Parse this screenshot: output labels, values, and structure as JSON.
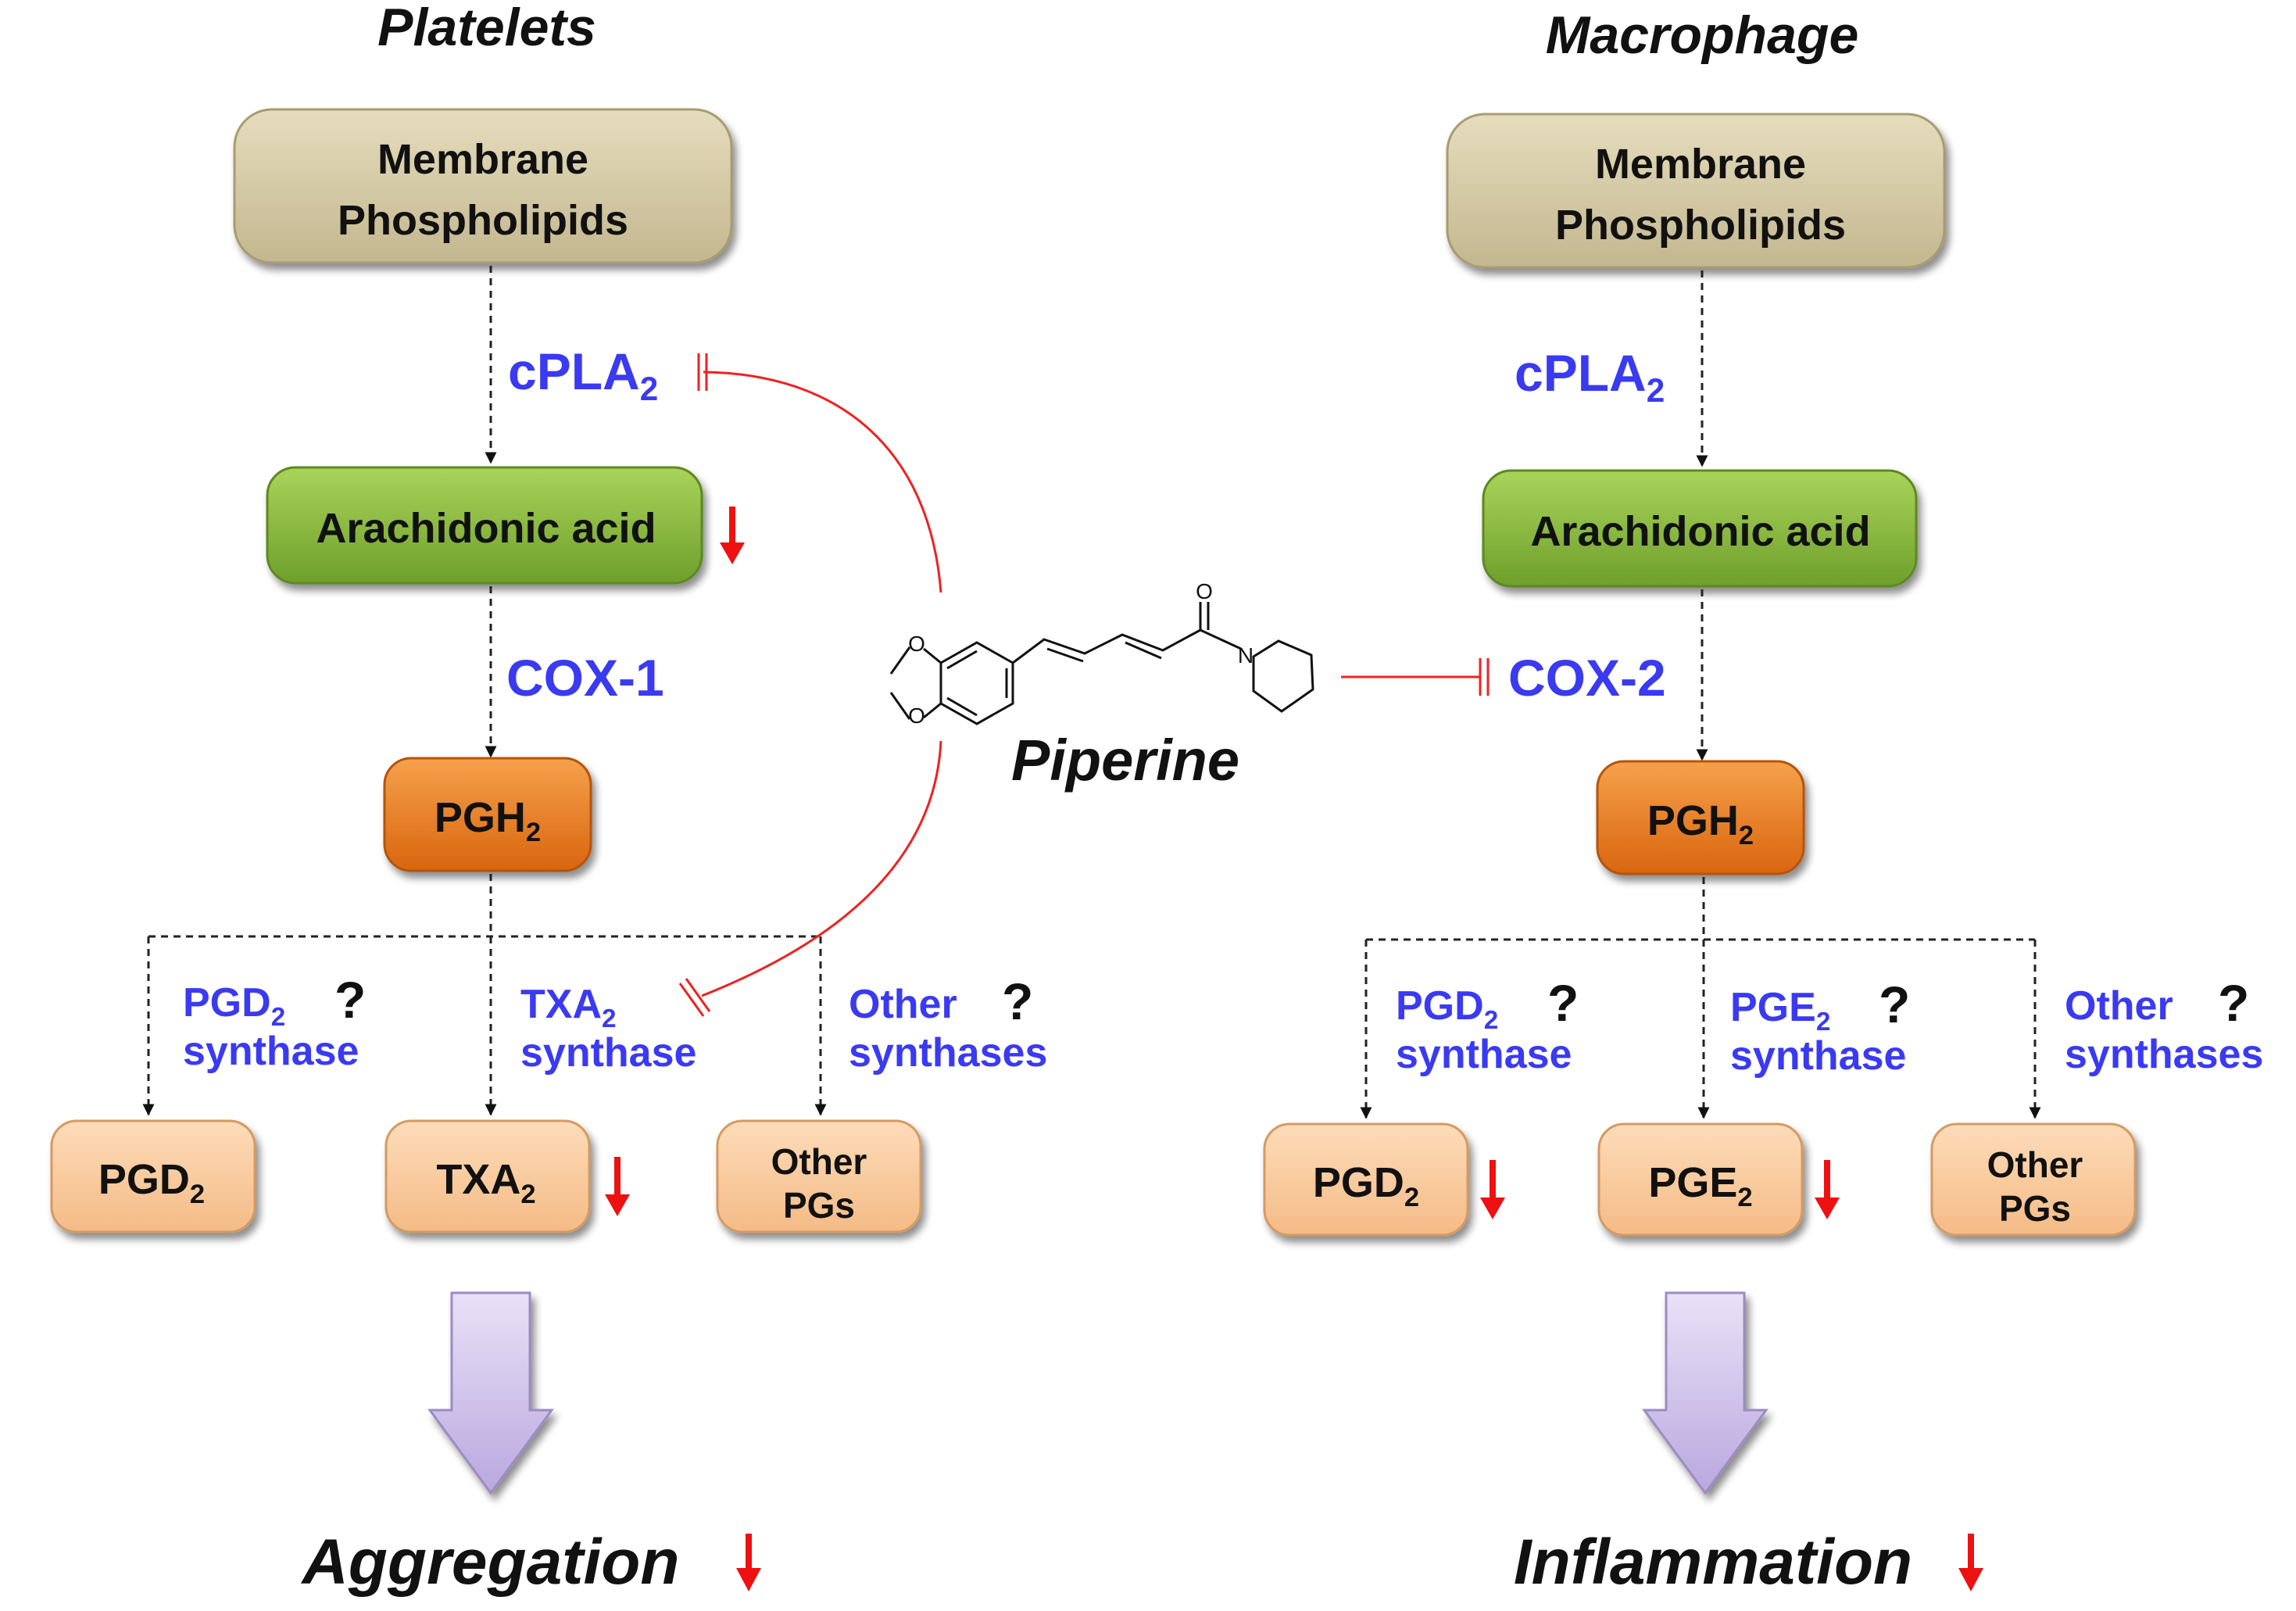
{
  "panels": {
    "left_title": "Platelets",
    "right_title": "Macrophage"
  },
  "left": {
    "membrane_line1": "Membrane",
    "membrane_line2": "Phospholipids",
    "cpla": "cPLA",
    "cpla_sub": "2",
    "arachidonic": "Arachidonic acid",
    "cox": "COX-1",
    "pgh": "PGH",
    "pgh_sub": "2",
    "syn1_a": "PGD",
    "syn1_a_sub": "2",
    "syn1_b": "synthase",
    "syn2_a": "TXA",
    "syn2_a_sub": "2",
    "syn2_b": "synthase",
    "syn3_a": "Other",
    "syn3_b": "synthases",
    "q": "?",
    "prod1": "PGD",
    "prod1_sub": "2",
    "prod2": "TXA",
    "prod2_sub": "2",
    "prod3_line1": "Other",
    "prod3_line2": "PGs",
    "outcome": "Aggregation"
  },
  "right": {
    "membrane_line1": "Membrane",
    "membrane_line2": "Phospholipids",
    "cpla": "cPLA",
    "cpla_sub": "2",
    "arachidonic": "Arachidonic acid",
    "cox": "COX-2",
    "pgh": "PGH",
    "pgh_sub": "2",
    "syn1_a": "PGD",
    "syn1_a_sub": "2",
    "syn1_b": "synthase",
    "syn2_a": "PGE",
    "syn2_a_sub": "2",
    "syn2_b": "synthase",
    "syn3_a": "Other",
    "syn3_b": "synthases",
    "q": "?",
    "prod1": "PGD",
    "prod1_sub": "2",
    "prod2": "PGE",
    "prod2_sub": "2",
    "prod3_line1": "Other",
    "prod3_line2": "PGs",
    "outcome": "Inflammation"
  },
  "center": {
    "compound": "Piperine",
    "atom_o": "O",
    "atom_n": "N"
  },
  "colors": {
    "membrane": "#d3c8a3",
    "arachidonic": "#86b83c",
    "pgh": "#e8761a",
    "product": "#f9c99b",
    "enzyme_text": "#3a3af2",
    "inhibition": "#ee2222",
    "down_arrow": "#ee1111",
    "big_arrow": "#cbbde8"
  }
}
